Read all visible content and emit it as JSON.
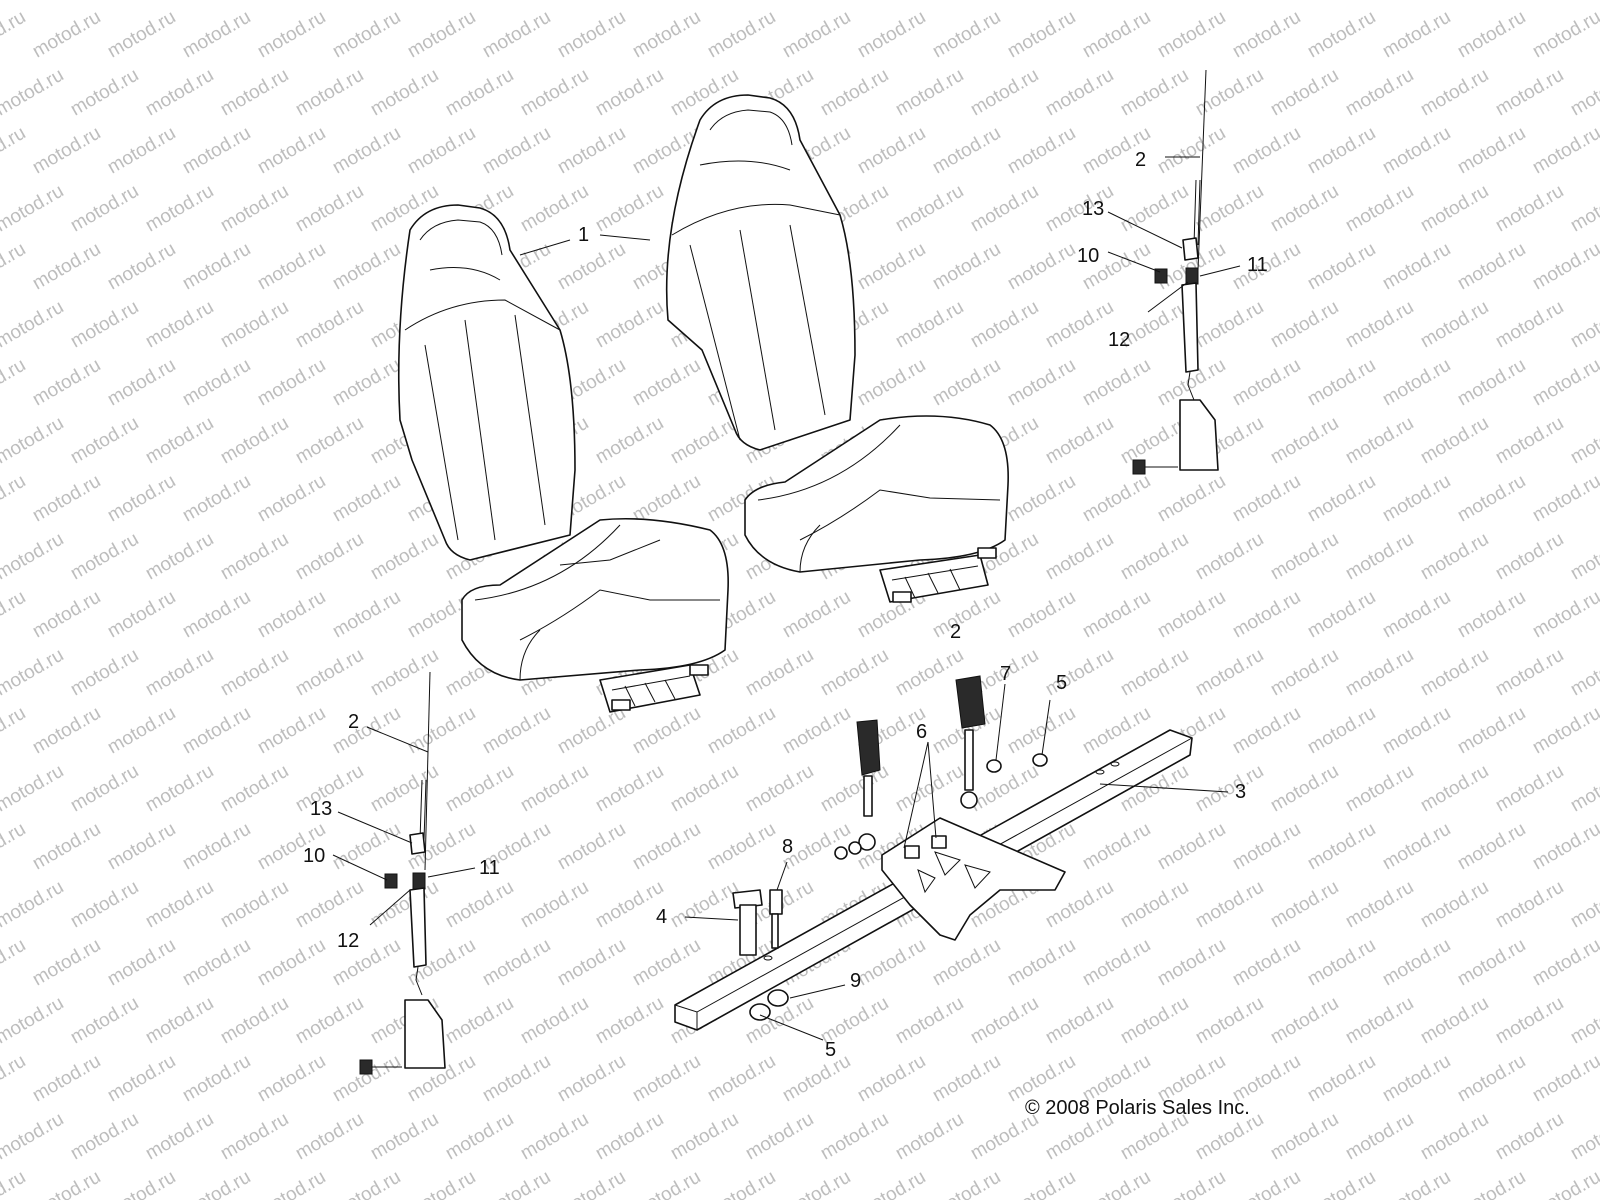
{
  "watermark": "motod.ru",
  "callouts": [
    "1",
    "2",
    "3",
    "4",
    "5",
    "6",
    "7",
    "8",
    "9",
    "10",
    "11",
    "12",
    "13"
  ],
  "copyright": "© 2008 Polaris Sales Inc."
}
